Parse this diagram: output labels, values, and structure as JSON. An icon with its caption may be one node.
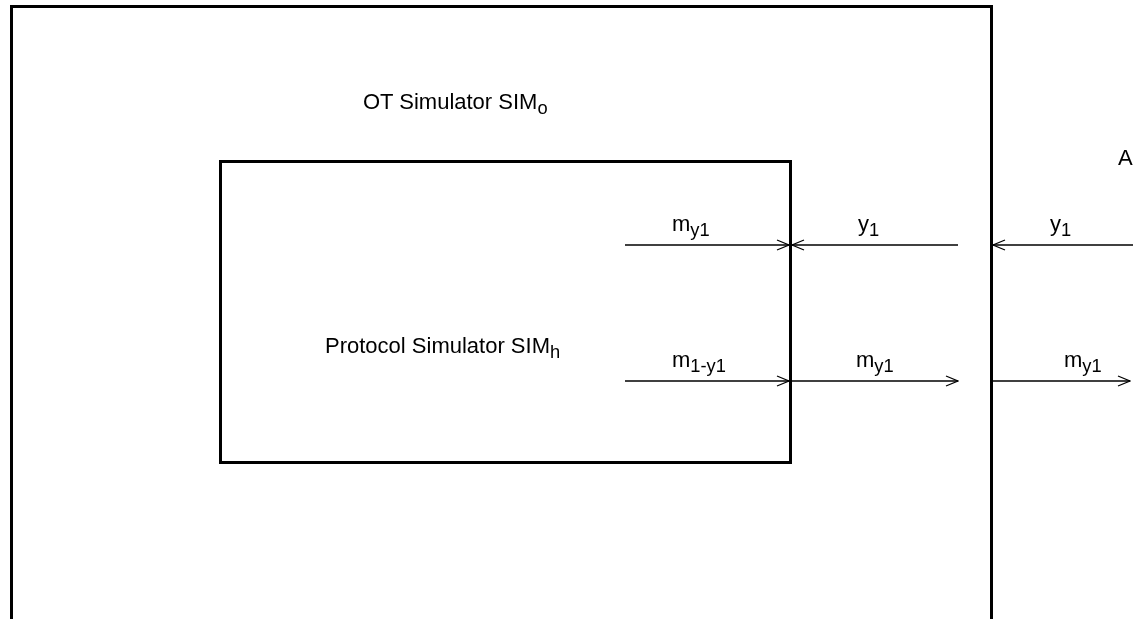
{
  "diagram": {
    "nodes": [
      {
        "text": [
          "OT Simulator SIM$_{o}$"
        ]
      },
      {
        "text": [
          "Protocol Simulator SIM$_{h}$"
        ],
        "in": 0
      }
    ],
    "edges": [
      {
        "from": null,
        "to": 1,
        "arrow": "to",
        "label": "m$_{y1}$"
      },
      {
        "from": null,
        "to": 1,
        "arrow": "to",
        "label": "y$_{1}$"
      },
      {
        "from": null,
        "to": 0,
        "arrow": "to",
        "label": "y$_{1}$"
      },
      {
        "from": null,
        "to": 1,
        "arrow": "to",
        "label": "m$_{1-y1}$"
      },
      {
        "from": 1,
        "to": null,
        "arrow": "to",
        "label": "m$_{y1}$"
      },
      {
        "from": 0,
        "to": null,
        "arrow": "to",
        "label": "m$_{y1}$"
      }
    ],
    "labels": [
      "A"
    ]
  }
}
